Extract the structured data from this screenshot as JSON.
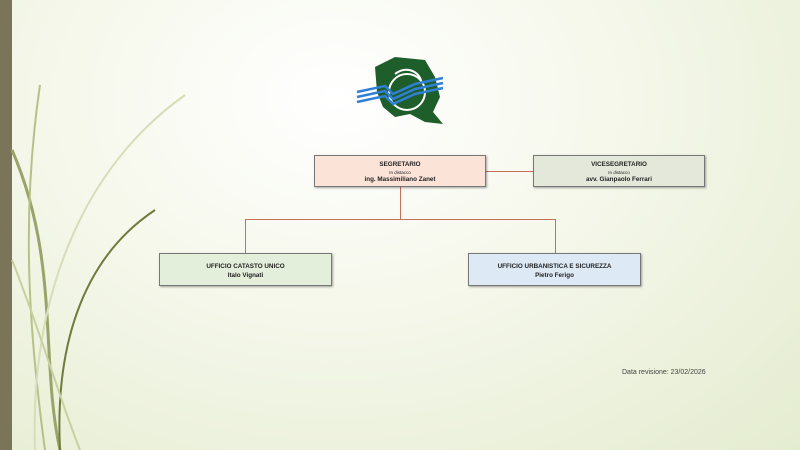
{
  "segretario": {
    "title": "SEGRETARIO",
    "note": "In distacco",
    "name": "ing. Massimiliano Zanet"
  },
  "vicesegretario": {
    "title": "VICESEGRETARIO",
    "note": "In distacco",
    "name": "avv. Gianpaolo Ferrari"
  },
  "uffici": [
    {
      "title": "UFFICIO CATASTO UNICO",
      "name": "Italo Vignati"
    },
    {
      "title": "UFFICIO URBANISTICA E SICUREZZA",
      "name": "Pietro Ferigo"
    }
  ],
  "footer": {
    "date": "Data revisione: 23/02/2026"
  },
  "colors": {
    "segretario": "#fbe3d8",
    "vice": "#e3e8da",
    "catasto": "#e3eedb",
    "urbanistica": "#dde9f5",
    "connector": "#c4715a"
  }
}
